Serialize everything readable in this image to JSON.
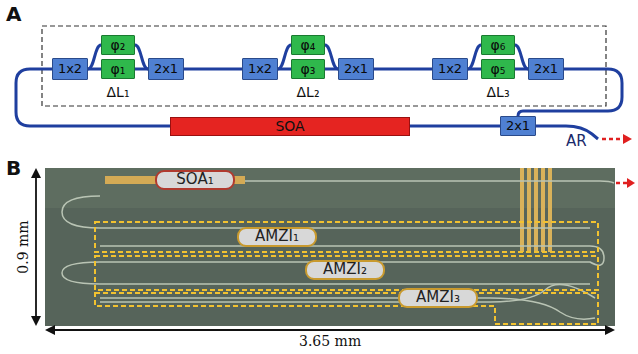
{
  "diagram": {
    "nodes": [
      {
        "text": [
          "1x2"
        ]
      },
      {
        "text": [
          "φ₂"
        ]
      },
      {
        "text": [
          "φ₁"
        ]
      },
      {
        "text": [
          "2x1"
        ]
      },
      {
        "text": [
          "1x2"
        ]
      },
      {
        "text": [
          "φ₄"
        ]
      },
      {
        "text": [
          "φ₃"
        ]
      },
      {
        "text": [
          "2x1"
        ]
      },
      {
        "text": [
          "1x2"
        ]
      },
      {
        "text": [
          "φ₆"
        ]
      },
      {
        "text": [
          "φ₅"
        ]
      },
      {
        "text": [
          "2x1"
        ]
      },
      {
        "text": [
          "SOA"
        ]
      },
      {
        "text": [
          "2x1"
        ]
      },
      {
        "text": [
          "SOA₁"
        ]
      },
      {
        "text": [
          "AMZI₁"
        ]
      },
      {
        "text": [
          "AMZI₂"
        ]
      },
      {
        "text": [
          "AMZI₃"
        ]
      }
    ],
    "edges": [
      {
        "from": 0,
        "to": 1,
        "arrow": "none"
      },
      {
        "from": 0,
        "to": 2,
        "arrow": "none"
      },
      {
        "from": 1,
        "to": 3,
        "arrow": "none"
      },
      {
        "from": 2,
        "to": 3,
        "arrow": "none"
      },
      {
        "from": 3,
        "to": 4,
        "arrow": "none"
      },
      {
        "from": 4,
        "to": 5,
        "arrow": "none"
      },
      {
        "from": 4,
        "to": 6,
        "arrow": "none"
      },
      {
        "from": 5,
        "to": 7,
        "arrow": "none"
      },
      {
        "from": 6,
        "to": 7,
        "arrow": "none"
      },
      {
        "from": 7,
        "to": 8,
        "arrow": "none"
      },
      {
        "from": 8,
        "to": 9,
        "arrow": "none"
      },
      {
        "from": 8,
        "to": 10,
        "arrow": "none"
      },
      {
        "from": 9,
        "to": 11,
        "arrow": "none"
      },
      {
        "from": 10,
        "to": 11,
        "arrow": "none"
      },
      {
        "from": 11,
        "to": 13,
        "arrow": "none"
      },
      {
        "from": 13,
        "to": 12,
        "arrow": "none"
      },
      {
        "from": 12,
        "to": 0,
        "arrow": "none"
      }
    ],
    "labels": [
      "A",
      "ΔL₁",
      "ΔL₂",
      "ΔL₃",
      "AR",
      "B",
      "0.9 mm",
      "3.65 mm"
    ]
  }
}
